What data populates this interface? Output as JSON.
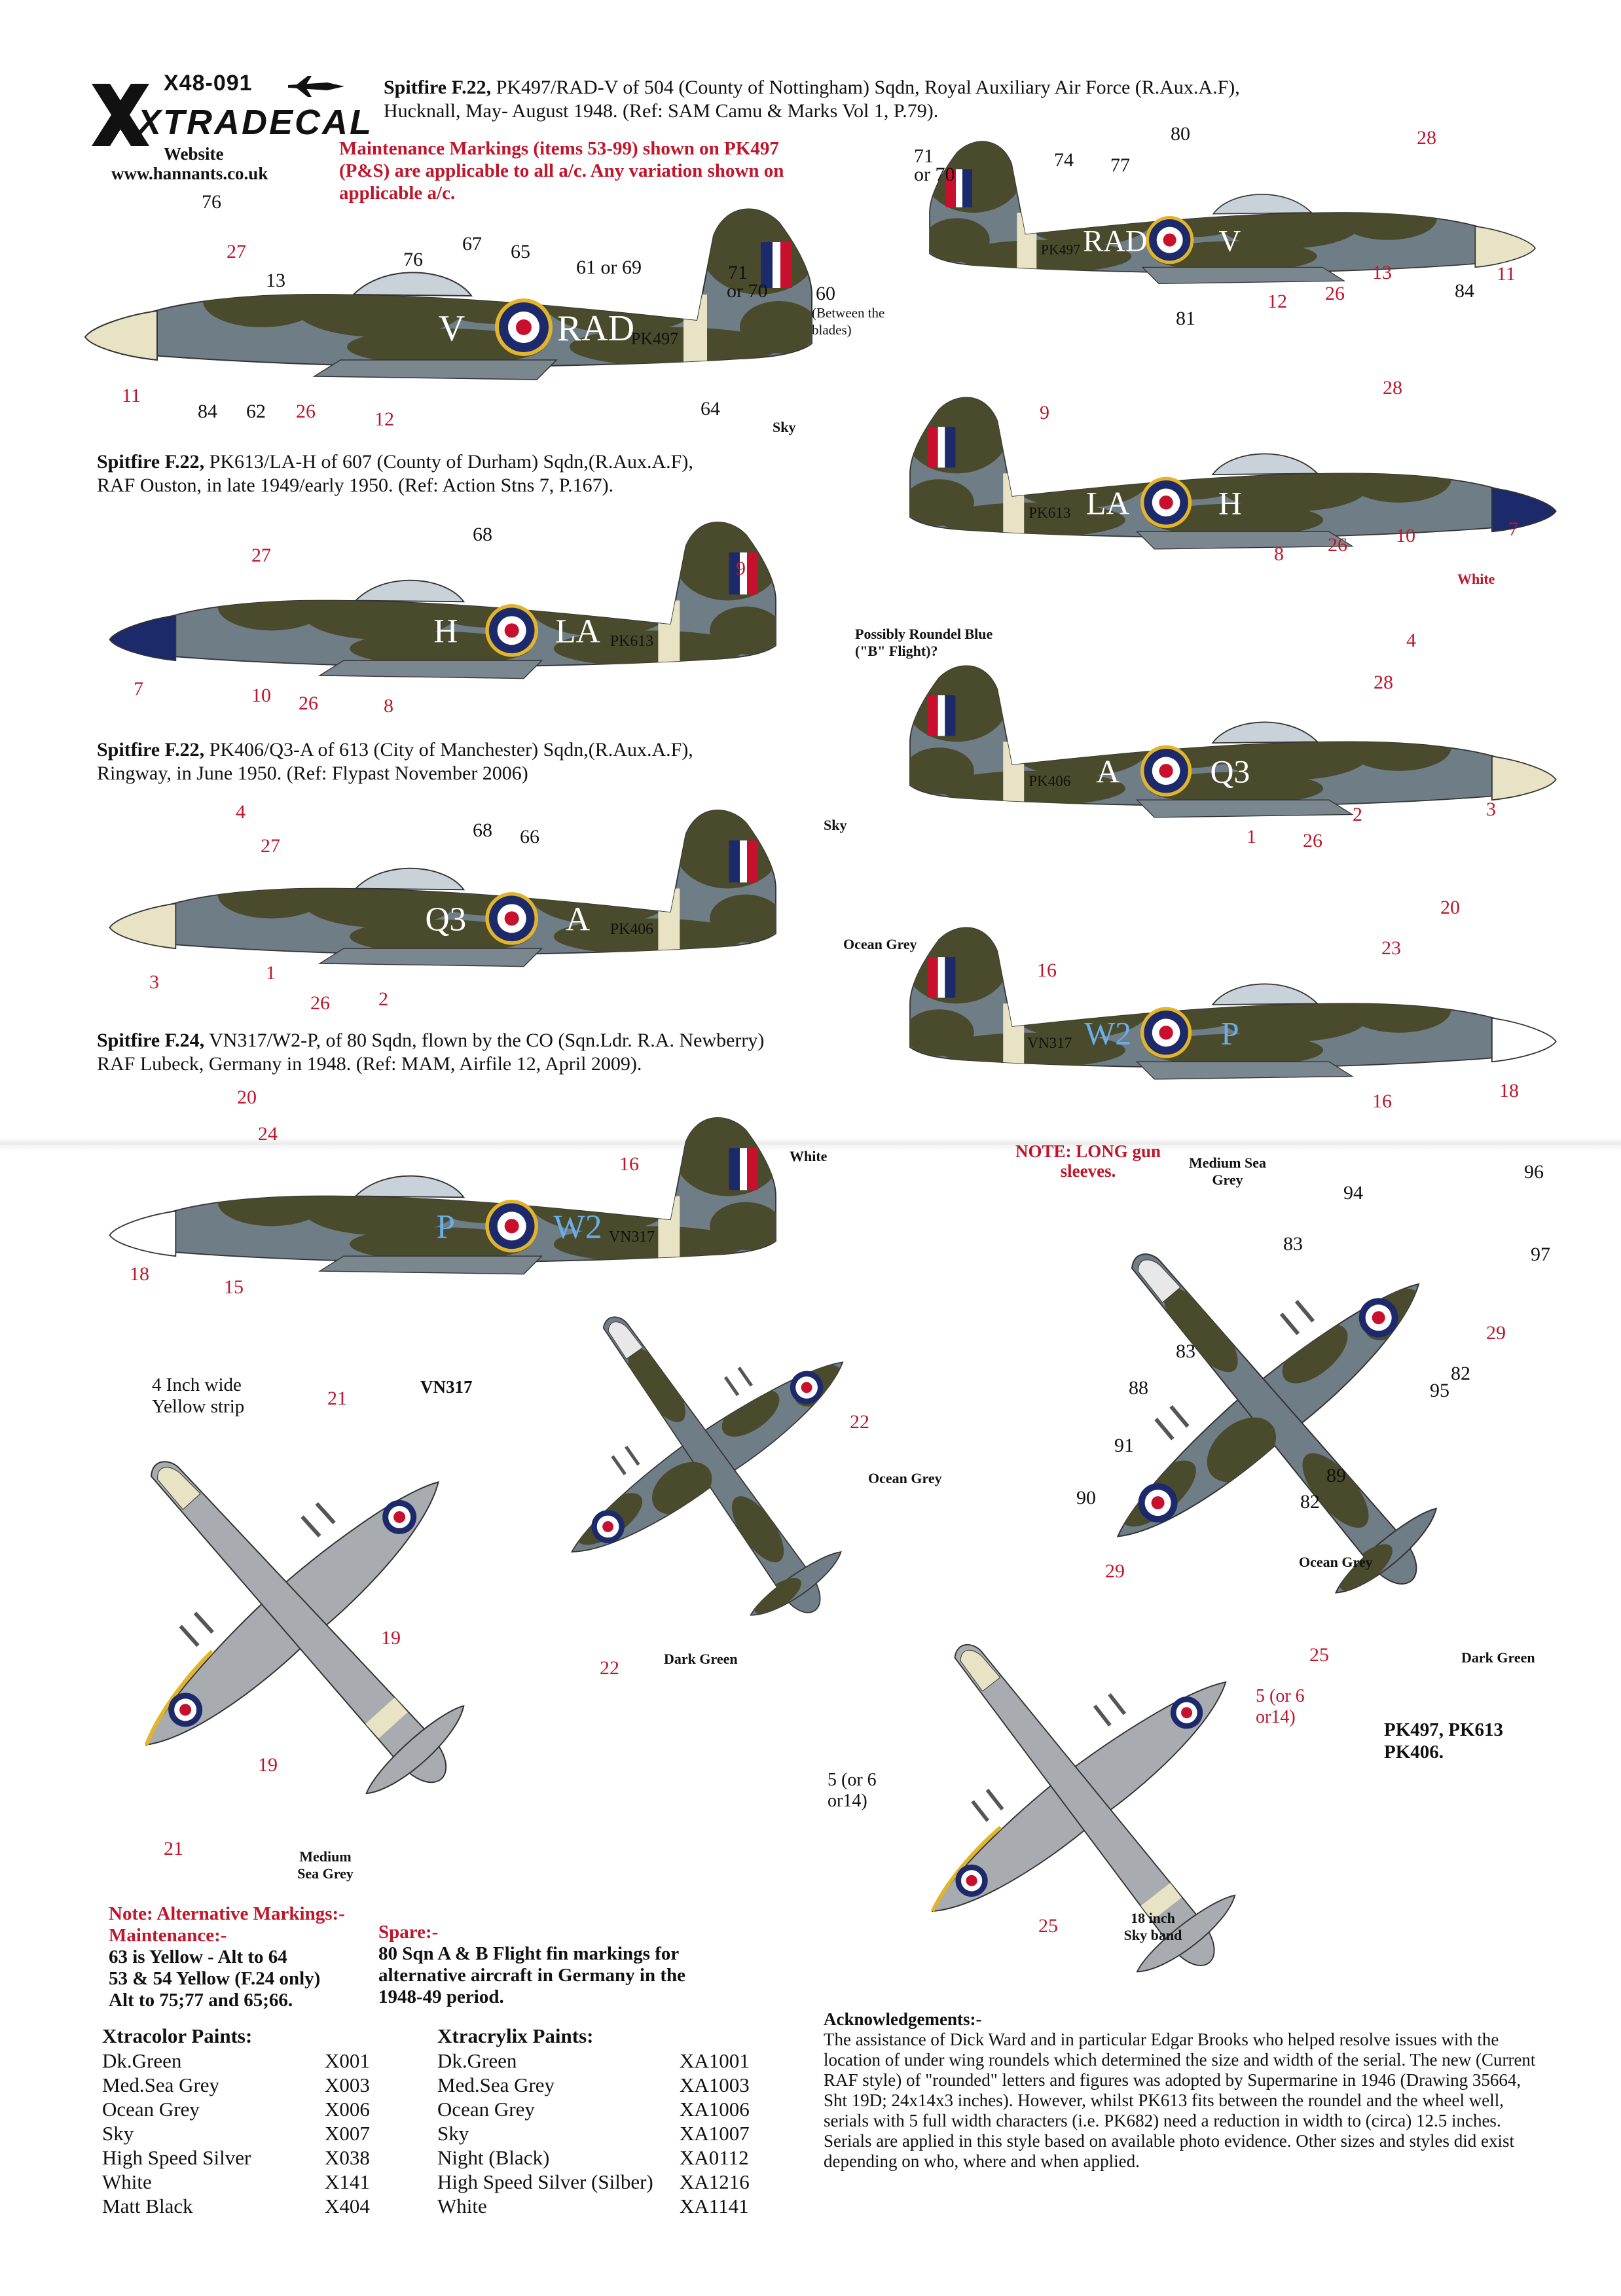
{
  "header": {
    "code": "X48-091",
    "brand": "XTRADECAL",
    "website_label": "Website",
    "website_url": "www.hannants.co.uk"
  },
  "maintenance_note": "Maintenance Markings (items 53-99) shown on PK497 (P&S) are applicable to all a/c. Any variation shown on applicable a/c.",
  "aircraft": [
    {
      "type": "Spitfire F.22,",
      "desc_line1": " PK497/RAD-V of 504 (County of Nottingham) Sqdn, Royal Auxiliary Air Force (R.Aux.A.F),",
      "desc_line2": "Hucknall, May- August 1948. (Ref: SAM Camu & Marks Vol 1, P.79).",
      "serial": "PK497",
      "code_left": "V",
      "code_right": "RAD"
    },
    {
      "type": "Spitfire F.22,",
      "desc_line1": " PK613/LA-H of 607 (County of Durham) Sqdn,(R.Aux.A.F),",
      "desc_line2": "RAF Ouston, in late 1949/early 1950. (Ref: Action Stns 7, P.167).",
      "serial": "PK613",
      "code_left": "H",
      "code_right": "LA"
    },
    {
      "type": "Spitfire F.22,",
      "desc_line1": " PK406/Q3-A of 613 (City of Manchester) Sqdn,(R.Aux.A.F),",
      "desc_line2": "Ringway, in June 1950. (Ref: Flypast November 2006)",
      "serial": "PK406",
      "code_left": "Q3",
      "code_right": "A"
    },
    {
      "type": "Spitfire F.24,",
      "desc_line1": " VN317/W2-P, of 80 Sqdn, flown by the CO (Sqn.Ldr. R.A. Newberry)",
      "desc_line2": "RAF Lubeck, Germany in 1948. (Ref: MAM, Airfile 12, April 2009).",
      "serial": "VN317",
      "code_left": "P",
      "code_right": "W2"
    }
  ],
  "labels": {
    "sky": "Sky",
    "between_blades": "(Between the blades)",
    "roundel_blue_note": "Possibly Roundel Blue (\"B\" Flight)?",
    "white": "White",
    "ocean_grey": "Ocean Grey",
    "medium_sea_grey": "Medium Sea Grey",
    "dark_green": "Dark Green",
    "note_long_gun": "NOTE: LONG gun sleeves.",
    "yellow_strip": "4 Inch wide Yellow strip",
    "vn317": "VN317",
    "sky_band": "18 inch Sky band",
    "five_or_six": "5 (or 6 or14)",
    "pk_group": "PK497, PK613 PK406."
  },
  "alt_markings": {
    "title": "Note: Alternative Markings:-",
    "maintenance_label": "Maintenance:-",
    "line1": "63 is Yellow  - Alt to 64",
    "line2": "53 & 54 Yellow (F.24 only)",
    "line3": "Alt to 75;77 and 65;66."
  },
  "spare": {
    "title": "Spare:-",
    "text": "80 Sqn A & B Flight fin markings for alternative aircraft in Germany in the 1948-49 period."
  },
  "xtracolor": {
    "title": "Xtracolor Paints:",
    "items": [
      {
        "name": "Dk.Green",
        "code": "X001"
      },
      {
        "name": "Med.Sea Grey",
        "code": "X003"
      },
      {
        "name": "Ocean Grey",
        "code": "X006"
      },
      {
        "name": "Sky",
        "code": "X007"
      },
      {
        "name": "High Speed Silver",
        "code": "X038"
      },
      {
        "name": "White",
        "code": "X141"
      },
      {
        "name": "Matt Black",
        "code": "X404"
      }
    ]
  },
  "xtracrylix": {
    "title": "Xtracrylix Paints:",
    "items": [
      {
        "name": "Dk.Green",
        "code": "XA1001"
      },
      {
        "name": "Med.Sea Grey",
        "code": "XA1003"
      },
      {
        "name": "Ocean Grey",
        "code": "XA1006"
      },
      {
        "name": "Sky",
        "code": "XA1007"
      },
      {
        "name": "Night (Black)",
        "code": "XA0112"
      },
      {
        "name": "High Speed Silver (Silber)",
        "code": "XA1216"
      },
      {
        "name": "White",
        "code": "XA1141"
      }
    ]
  },
  "acknowledgements": {
    "title": "Acknowledgements:-",
    "text": "The assistance of Dick Ward and in particular Edgar Brooks who helped resolve issues with the location of under wing roundels which determined the size and width of the serial. The new (Current RAF style) of \"rounded\" letters and figures was adopted by Supermarine in 1946 (Drawing 35664, Sht 19D;  24x14x3 inches). However, whilst PK613 fits between the roundel and the wheel well,  serials with 5 full width characters (i.e. PK682) need a reduction in width to (circa) 12.5 inches. Serials are applied in this style based on available photo evidence. Other sizes and styles did exist depending on who, where and when applied."
  },
  "callouts": {
    "a1": [
      "76",
      "27",
      "13",
      "76",
      "67",
      "65",
      "61 or 69",
      "71",
      "or 70",
      "60",
      "11",
      "84",
      "62",
      "26",
      "12",
      "64"
    ],
    "b1": [
      "71",
      "or 70",
      "74",
      "77",
      "80",
      "28",
      "81",
      "12",
      "26",
      "13",
      "84",
      "11"
    ],
    "a2": [
      "68",
      "27",
      "9",
      "7",
      "10",
      "26",
      "8"
    ],
    "b2": [
      "9",
      "28",
      "8",
      "26",
      "10",
      "7"
    ],
    "a3": [
      "4",
      "27",
      "68",
      "66",
      "3",
      "1",
      "26",
      "2"
    ],
    "b3": [
      "4",
      "28",
      "1",
      "26",
      "2",
      "3"
    ],
    "a4": [
      "20",
      "24",
      "16",
      "18",
      "15"
    ],
    "b4": [
      "16",
      "20",
      "23",
      "16",
      "18"
    ],
    "plan": [
      "21",
      "19",
      "19",
      "21",
      "22",
      "22",
      "94",
      "96",
      "97",
      "83",
      "29",
      "83",
      "95",
      "82",
      "88",
      "91",
      "89",
      "90",
      "82",
      "29",
      "25",
      "25"
    ]
  },
  "colors": {
    "dark_green": "#4a4a2c",
    "ocean_grey": "#6f7d87",
    "medium_sea_grey": "#a8acb0",
    "sky": "#e8e3c4",
    "roundel_blue": "#1c2a6b",
    "roundel_red": "#c8102e",
    "yellow": "#e2b42a",
    "code_blue": "#6aaee8",
    "note_red": "#c0152a"
  }
}
